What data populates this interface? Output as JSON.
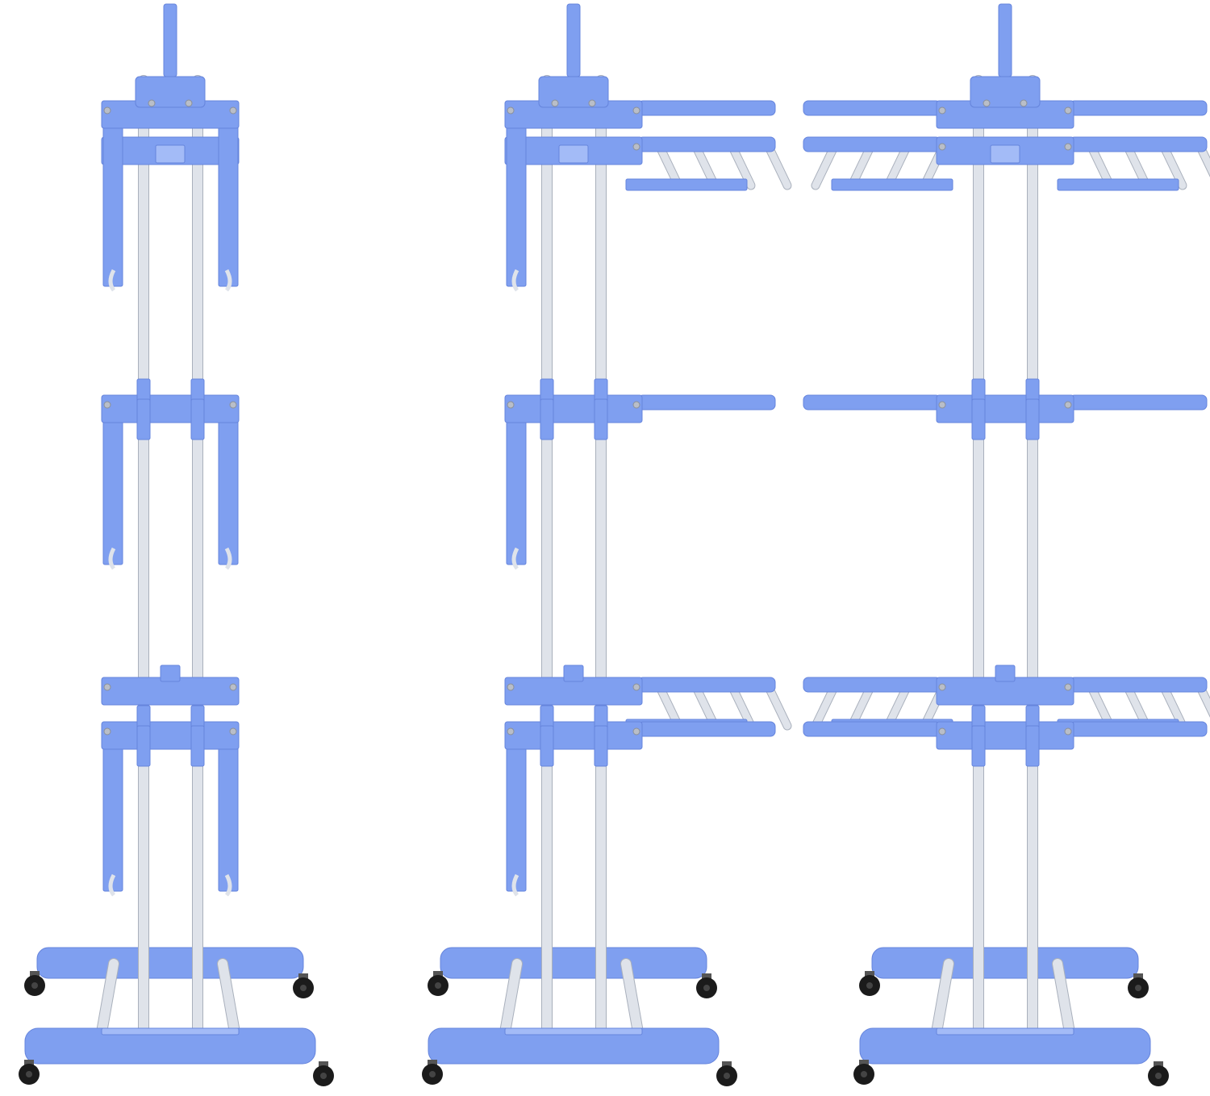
{
  "colors": {
    "background": "#ffffff",
    "plastic": "#7f9ff0",
    "plastic_dark": "#6584dc",
    "plastic_light": "#a3bbf7",
    "pole": "#dfe3ea",
    "pole_shadow": "#a9b0bc",
    "wheel": "#1b1b1b",
    "screw": "#b9bec8"
  },
  "racks": [
    {
      "name": "folded",
      "left_wings": "folded",
      "right_wings": "folded"
    },
    {
      "name": "half-open",
      "left_wings": "folded",
      "right_wings": "open"
    },
    {
      "name": "fully-open",
      "left_wings": "open",
      "right_wings": "open"
    }
  ]
}
